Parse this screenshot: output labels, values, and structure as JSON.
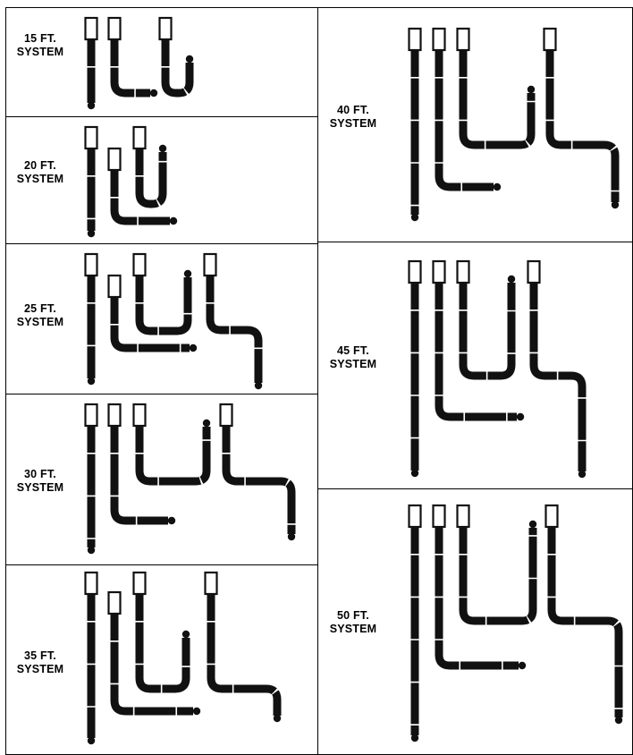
{
  "panels": [
    {
      "id": "p15",
      "line1": "15 FT.",
      "line2": "SYSTEM"
    },
    {
      "id": "p20",
      "line1": "20 FT.",
      "line2": "SYSTEM"
    },
    {
      "id": "p25",
      "line1": "25 FT.",
      "line2": "SYSTEM"
    },
    {
      "id": "p30",
      "line1": "30 FT.",
      "line2": "SYSTEM"
    },
    {
      "id": "p35",
      "line1": "35 FT.",
      "line2": "SYSTEM"
    },
    {
      "id": "p40",
      "line1": "40 FT.",
      "line2": "SYSTEM"
    },
    {
      "id": "p45",
      "line1": "45 FT.",
      "line2": "SYSTEM"
    },
    {
      "id": "p50",
      "line1": "50 FT.",
      "line2": "SYSTEM"
    }
  ],
  "colors": {
    "ink": "#111111",
    "paper": "#ffffff",
    "border": "#000000"
  }
}
